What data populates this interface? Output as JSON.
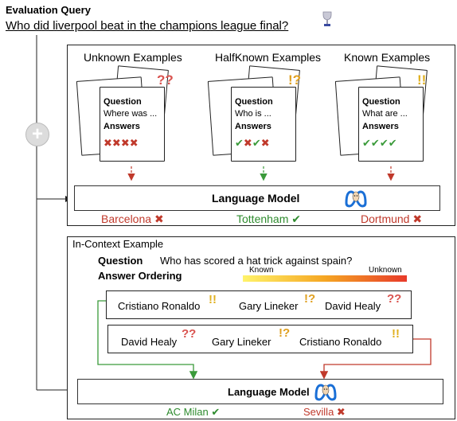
{
  "query": {
    "heading": "Evaluation Query",
    "question": "Who did liverpool beat in the champions league final?",
    "trophy_icon": "trophy-icon"
  },
  "top_panel": {
    "groups": [
      {
        "title": "Unknown Examples",
        "badge": "??",
        "badge_color": "#d9534f",
        "question_label": "Question",
        "question_text": "Where was ...",
        "answers_label": "Answers",
        "marks": [
          "✖",
          "✖",
          "✖",
          "✖"
        ],
        "mark_colors": [
          "#c0392b",
          "#c0392b",
          "#c0392b",
          "#c0392b"
        ],
        "arrow_color": "#c0392b"
      },
      {
        "title": "HalfKnown Examples",
        "badge": "!?",
        "badge_color": "#e0a020",
        "question_label": "Question",
        "question_text": "Who is ...",
        "answers_label": "Answers",
        "marks": [
          "✔",
          "✖",
          "✔",
          "✖"
        ],
        "mark_colors": [
          "#3a9a3a",
          "#c0392b",
          "#3a9a3a",
          "#c0392b"
        ],
        "arrow_color": "#3a9a3a"
      },
      {
        "title": "Known Examples",
        "badge": "!!",
        "badge_color": "#e0b020",
        "question_label": "Question",
        "question_text": "What are ...",
        "answers_label": "Answers",
        "marks": [
          "✔",
          "✔",
          "✔",
          "✔"
        ],
        "mark_colors": [
          "#3a9a3a",
          "#3a9a3a",
          "#3a9a3a",
          "#3a9a3a"
        ],
        "arrow_color": "#c0392b"
      }
    ],
    "lm_label": "Language Model",
    "results": [
      {
        "text": "Barcelona",
        "mark": "✖",
        "color": "#c0392b"
      },
      {
        "text": "Tottenham",
        "mark": "✔",
        "color": "#2e8b2e"
      },
      {
        "text": "Dortmund",
        "mark": "✖",
        "color": "#c0392b"
      }
    ]
  },
  "plus_icon": "plus-icon",
  "bottom_panel": {
    "header": "In-Context Example",
    "question_label": "Question",
    "question_text": "Who has scored a hat trick against spain?",
    "ordering_label": "Answer Ordering",
    "gradient_left": "Known",
    "gradient_right": "Unknown",
    "row1": [
      {
        "text": "Cristiano Ronaldo",
        "badge": "!!",
        "badge_color": "#e0b020"
      },
      {
        "text": "Gary Lineker",
        "badge": "!?",
        "badge_color": "#e0a020"
      },
      {
        "text": "David Healy",
        "badge": "??",
        "badge_color": "#d9534f"
      }
    ],
    "row2": [
      {
        "text": "David Healy",
        "badge": "??",
        "badge_color": "#d9534f"
      },
      {
        "text": "Gary Lineker",
        "badge": "!?",
        "badge_color": "#e0a020"
      },
      {
        "text": "Cristiano Ronaldo",
        "badge": "!!",
        "badge_color": "#e0b020"
      }
    ],
    "lm_label": "Language Model",
    "results": [
      {
        "text": "AC Milan",
        "mark": "✔",
        "color": "#2e8b2e"
      },
      {
        "text": "Sevilla",
        "mark": "✖",
        "color": "#c0392b"
      }
    ],
    "left_arrow_color": "#3a9a3a",
    "right_arrow_color": "#c0392b"
  }
}
